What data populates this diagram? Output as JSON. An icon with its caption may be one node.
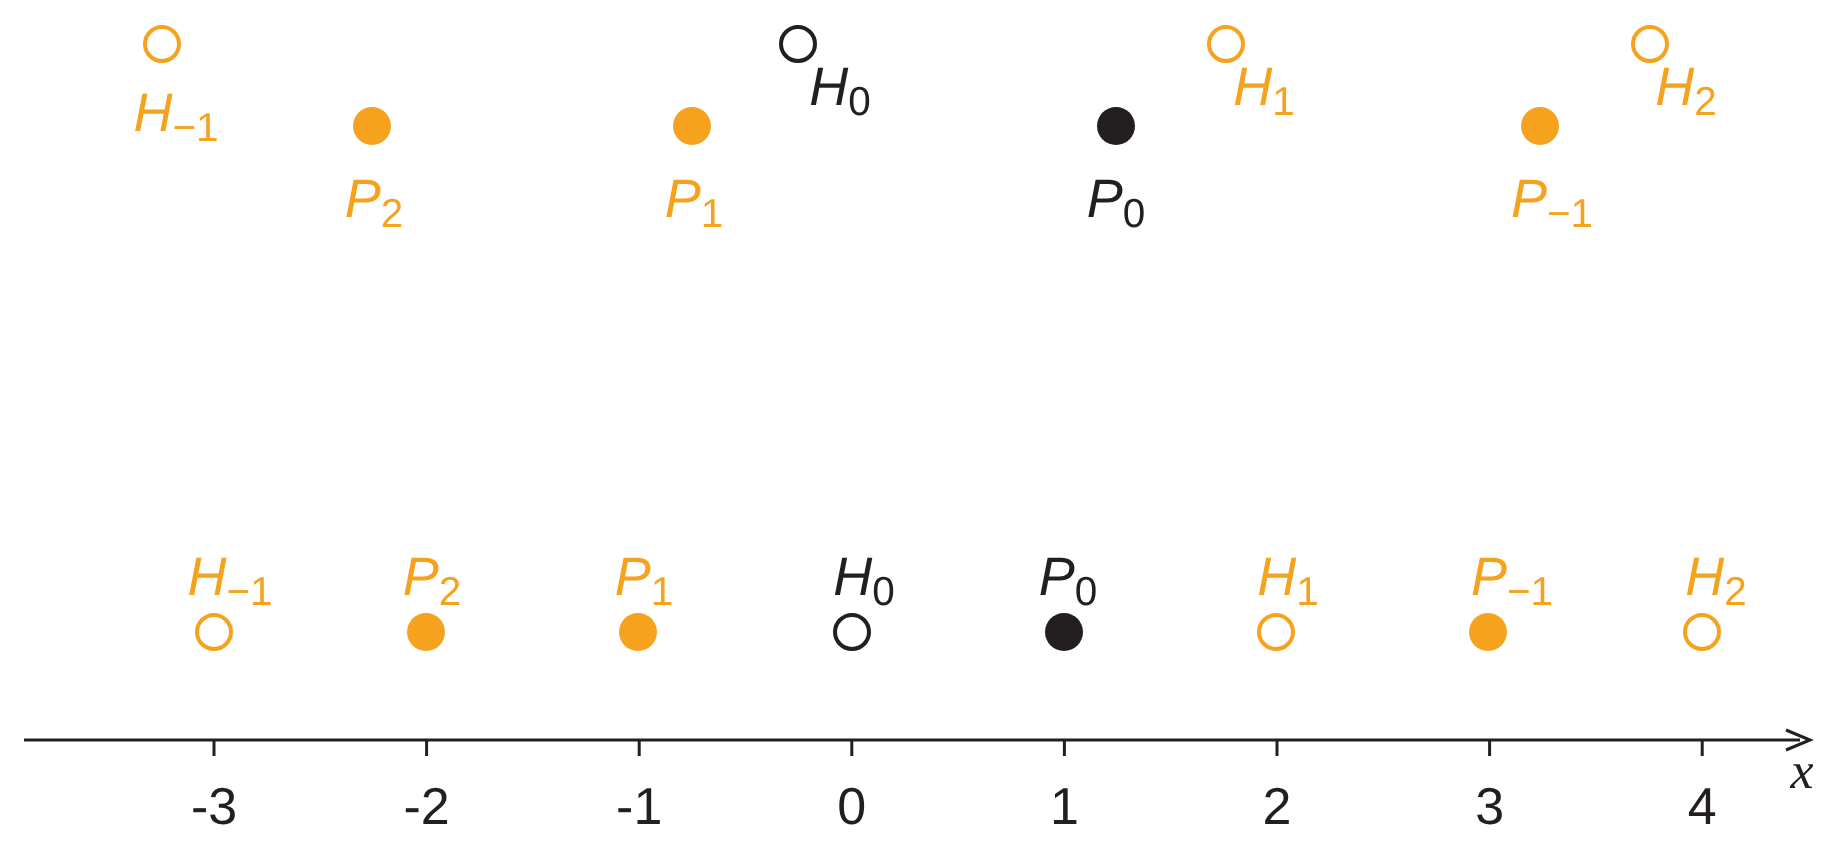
{
  "diagram": {
    "nodes": [
      {
        "text": [],
        "shape": "circle",
        "beside": [
          "*H*$_{−1}$"
        ]
      },
      {
        "text": [],
        "shape": "dot",
        "beside": [
          "*P*$_{2}$"
        ]
      },
      {
        "text": [],
        "shape": "dot",
        "beside": [
          "*P*$_{1}$"
        ]
      },
      {
        "text": [],
        "shape": "circle",
        "beside": [
          "*H*$_{0}$"
        ]
      },
      {
        "text": [],
        "shape": "dot",
        "beside": [
          "*P*$_{0}$"
        ]
      },
      {
        "text": [],
        "shape": "circle",
        "beside": [
          "*H*$_{1}$"
        ]
      },
      {
        "text": [],
        "shape": "dot",
        "beside": [
          "*P*$_{−1}$"
        ]
      },
      {
        "text": [],
        "shape": "circle",
        "beside": [
          "*H*$_{2}$"
        ]
      },
      {
        "text": [],
        "shape": "circle",
        "beside": [
          "*H*$_{−1}$"
        ]
      },
      {
        "text": [],
        "shape": "dot",
        "beside": [
          "*P*$_{2}$"
        ]
      },
      {
        "text": [],
        "shape": "dot",
        "beside": [
          "*P*$_{1}$"
        ]
      },
      {
        "text": [],
        "shape": "circle",
        "beside": [
          "*H*$_{0}$"
        ]
      },
      {
        "text": [],
        "shape": "dot",
        "beside": [
          "*P*$_{0}$"
        ]
      },
      {
        "text": [],
        "shape": "circle",
        "beside": [
          "*H*$_{1}$"
        ]
      },
      {
        "text": [],
        "shape": "dot",
        "beside": [
          "*P*$_{−1}$"
        ]
      },
      {
        "text": [],
        "shape": "circle",
        "beside": [
          "*H*$_{2}$"
        ]
      }
    ],
    "labels": [
      "-3",
      "-2",
      "-1",
      "0",
      "1",
      "2",
      "3",
      "4",
      "x"
    ]
  }
}
